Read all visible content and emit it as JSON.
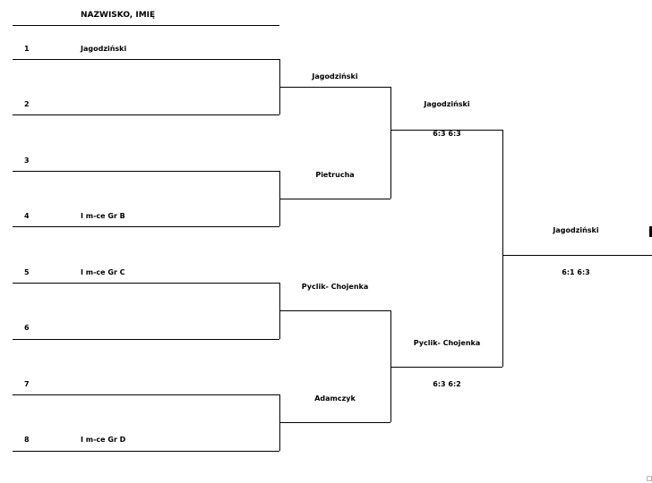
{
  "header": {
    "name_column": "NAZWISKO, IMIĘ"
  },
  "slots": [
    {
      "number": "1",
      "name": "Jagodziński"
    },
    {
      "number": "2",
      "name": ""
    },
    {
      "number": "3",
      "name": ""
    },
    {
      "number": "4",
      "name": "I m-ce Gr B"
    },
    {
      "number": "5",
      "name": "I m-ce Gr C"
    },
    {
      "number": "6",
      "name": ""
    },
    {
      "number": "7",
      "name": ""
    },
    {
      "number": "8",
      "name": "I m-ce Gr D"
    }
  ],
  "round2": [
    {
      "winner": "Jagodziński"
    },
    {
      "winner": "Pietrucha"
    },
    {
      "winner": "Pyclik- Chojenka"
    },
    {
      "winner": "Adamczyk"
    }
  ],
  "semifinals": [
    {
      "winner": "Jagodziński",
      "score": "6:3 6:3"
    },
    {
      "winner": "Pyclik- Chojenka",
      "score": "6:3 6:2"
    }
  ],
  "final": {
    "winner": "Jagodziński",
    "score": "6:1 6:3"
  },
  "corner_glyph": "□"
}
